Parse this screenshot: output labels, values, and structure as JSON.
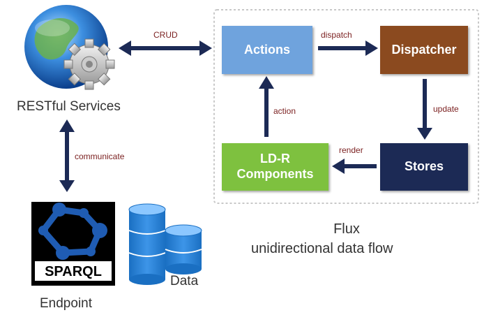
{
  "colors": {
    "actions": "#6fa3dd",
    "dispatcher": "#8b4a1f",
    "stores": "#1c2a55",
    "components": "#7ec13f",
    "arrow": "#1c2a55",
    "edge_label": "#7a1f1f",
    "frame": "#c8c8c8"
  },
  "nodes": {
    "actions": "Actions",
    "dispatcher": "Dispatcher",
    "stores": "Stores",
    "components_line1": "LD-R",
    "components_line2": "Components"
  },
  "edges": {
    "crud": "CRUD",
    "dispatch": "dispatch",
    "update": "update",
    "render": "render",
    "action": "action",
    "communicate": "communicate"
  },
  "labels": {
    "restful": "RESTful Services",
    "endpoint": "Endpoint",
    "data": "Data",
    "sparql": "SPARQL",
    "flux_line1": "Flux",
    "flux_line2": "unidirectional data flow"
  },
  "icons": {
    "globe": "globe-gear-icon",
    "sparql": "sparql-logo-icon",
    "database": "database-stack-icon"
  }
}
